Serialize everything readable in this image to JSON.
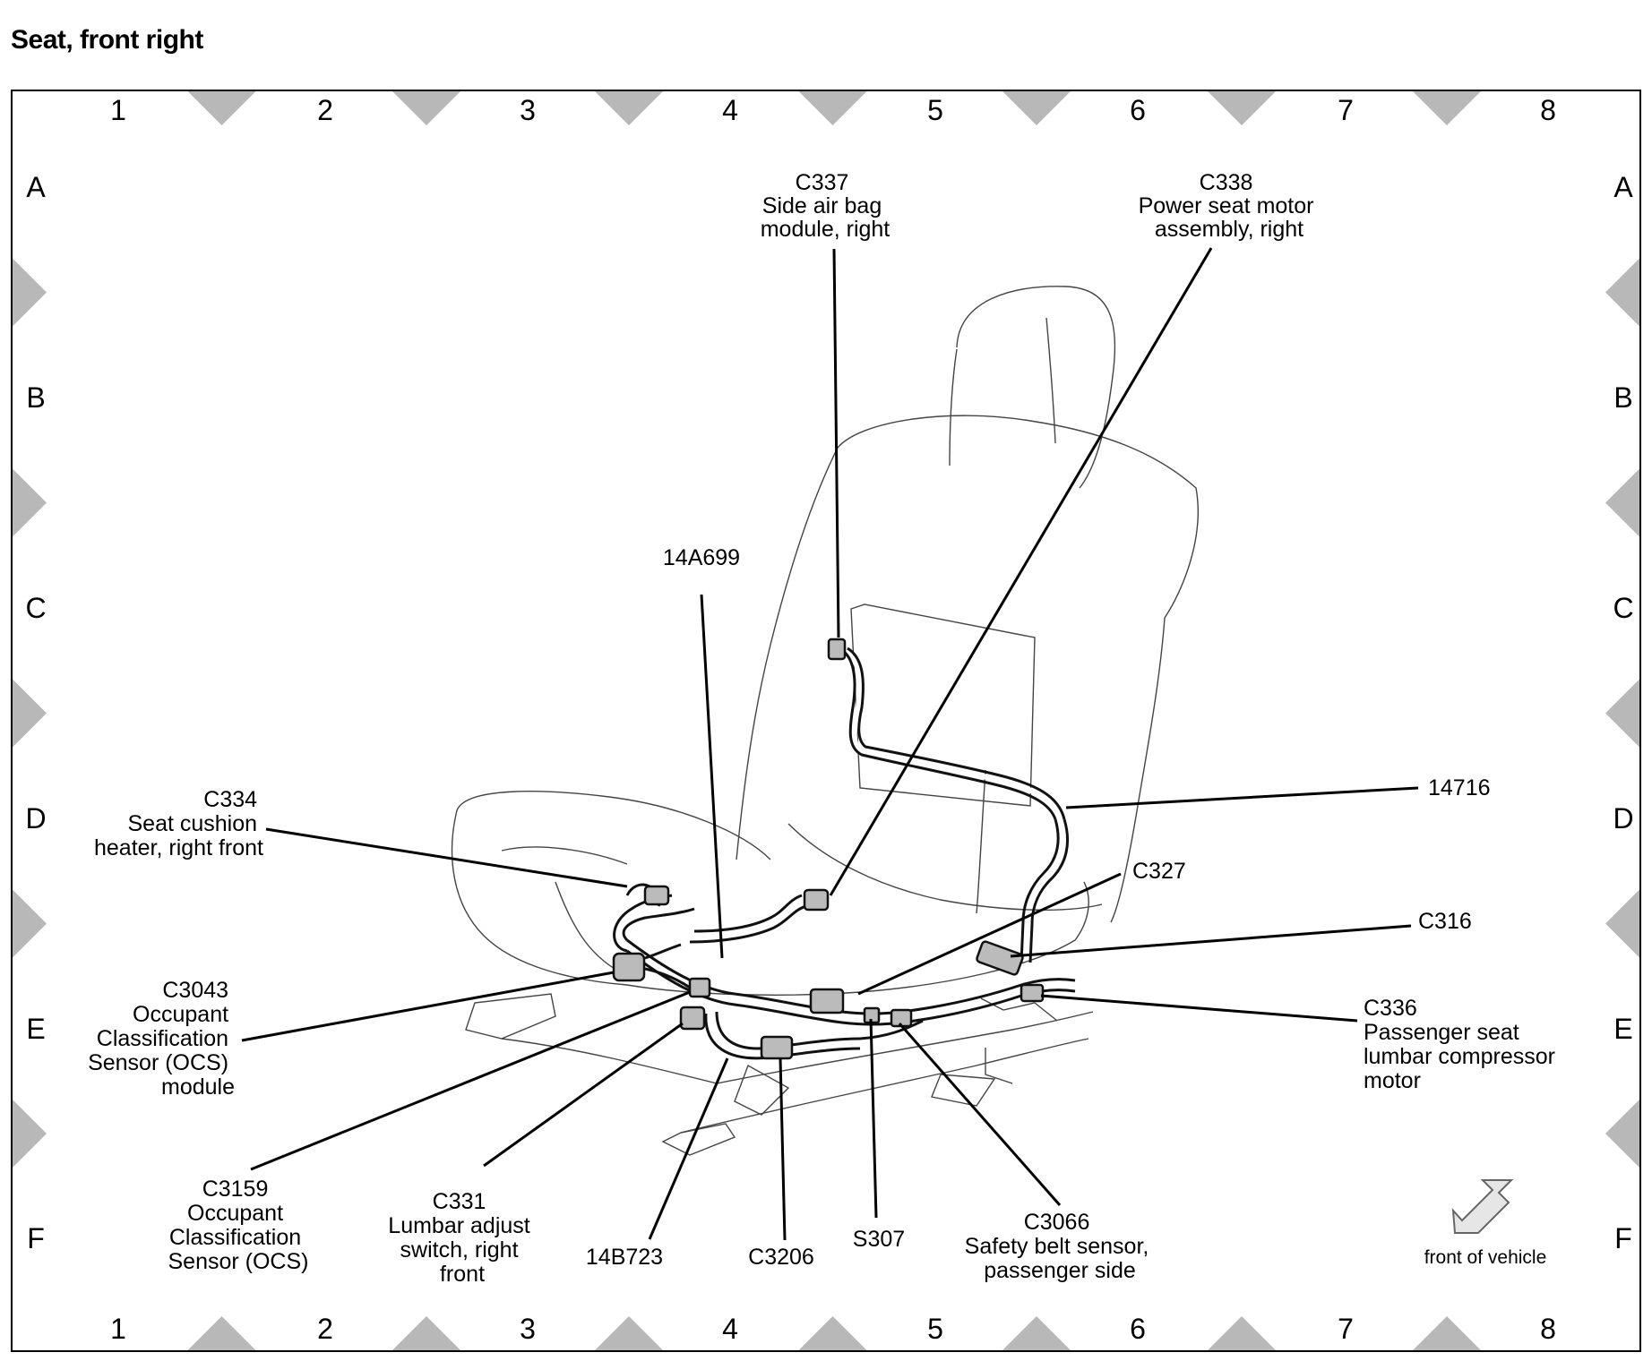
{
  "title": "Seat, front right",
  "grid": {
    "columns": [
      "1",
      "2",
      "3",
      "4",
      "5",
      "6",
      "7",
      "8"
    ],
    "rows": [
      "A",
      "B",
      "C",
      "D",
      "E",
      "F"
    ]
  },
  "callouts": [
    {
      "id": "c337",
      "lines": [
        "C337",
        "Side air bag",
        "module, right"
      ]
    },
    {
      "id": "c338",
      "lines": [
        "C338",
        "Power seat motor",
        "assembly, right"
      ]
    },
    {
      "id": "w14a699",
      "lines": [
        "14A699"
      ]
    },
    {
      "id": "w14716",
      "lines": [
        "14716"
      ]
    },
    {
      "id": "c334",
      "lines": [
        "C334",
        "Seat cushion",
        "heater, right front"
      ]
    },
    {
      "id": "c327",
      "lines": [
        "C327"
      ]
    },
    {
      "id": "c316",
      "lines": [
        "C316"
      ]
    },
    {
      "id": "c3043",
      "lines": [
        "C3043",
        "Occupant",
        "Classification",
        "Sensor (OCS)",
        "module"
      ]
    },
    {
      "id": "c336",
      "lines": [
        "C336",
        "Passenger seat",
        "lumbar compressor",
        "motor"
      ]
    },
    {
      "id": "c3159",
      "lines": [
        "C3159",
        "Occupant",
        "Classification",
        "Sensor (OCS)"
      ]
    },
    {
      "id": "c331",
      "lines": [
        "C331",
        "Lumbar adjust",
        "switch, right",
        "front"
      ]
    },
    {
      "id": "w14b723",
      "lines": [
        "14B723"
      ]
    },
    {
      "id": "c3206",
      "lines": [
        "C3206"
      ]
    },
    {
      "id": "s307",
      "lines": [
        "S307"
      ]
    },
    {
      "id": "c3066",
      "lines": [
        "C3066",
        "Safety belt sensor,",
        "passenger side"
      ]
    }
  ],
  "front_indicator": {
    "label": "front of vehicle"
  }
}
